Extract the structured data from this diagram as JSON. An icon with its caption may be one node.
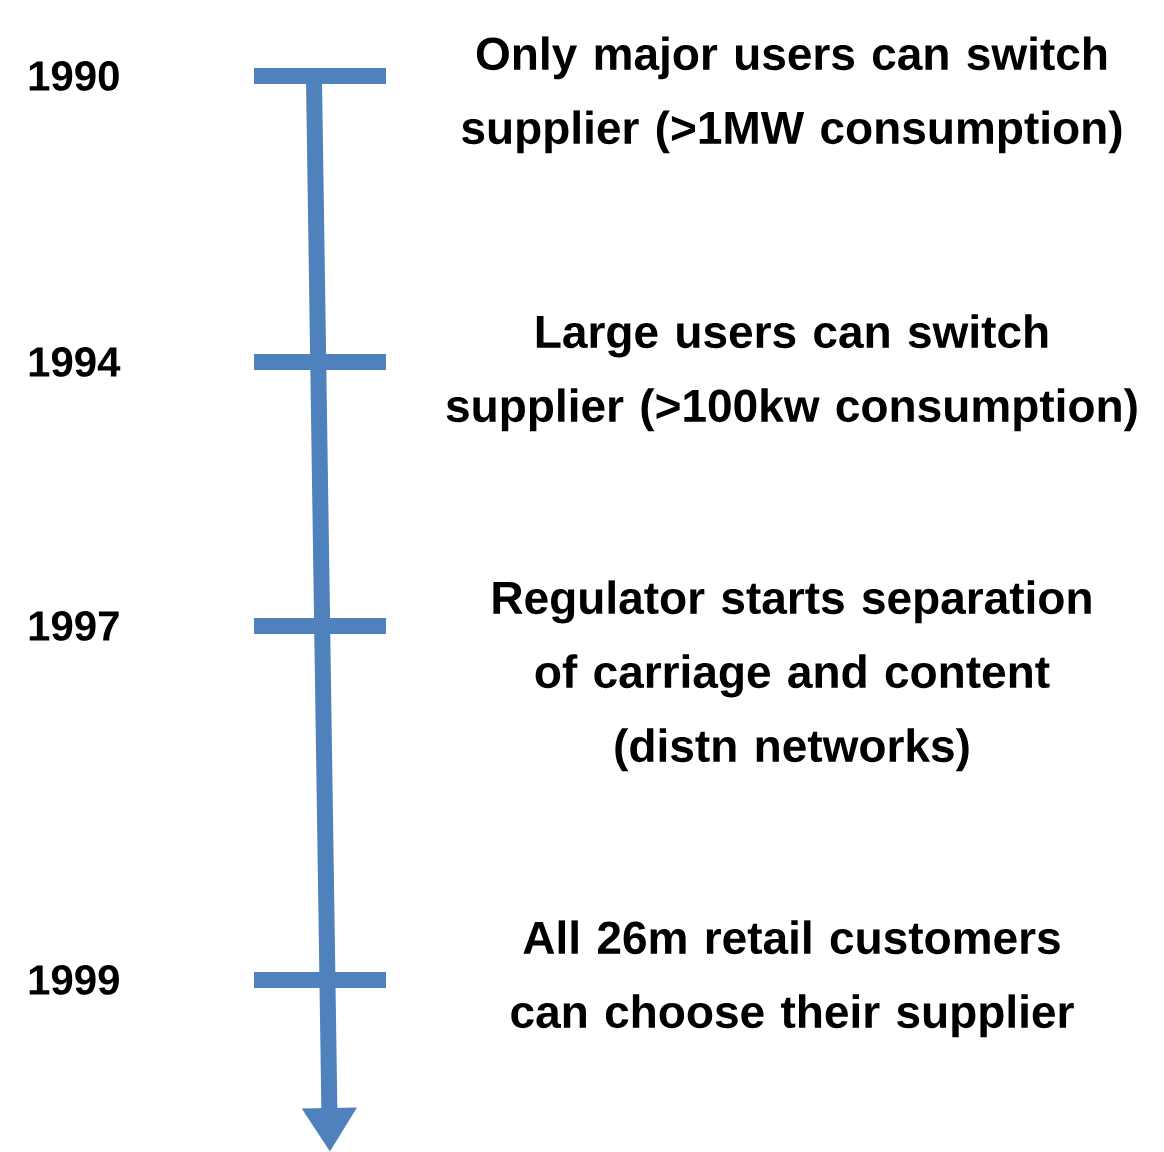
{
  "diagram": {
    "labels": [
      "1990",
      "Only major users can switch supplier (>1MW consumption)",
      "1994",
      "Large users can switch supplier (>100kw consumption)",
      "1997",
      "Regulator starts separation of carriage and content (distn networks)",
      "1999",
      "All 26m retail customers can choose their supplier"
    ]
  }
}
